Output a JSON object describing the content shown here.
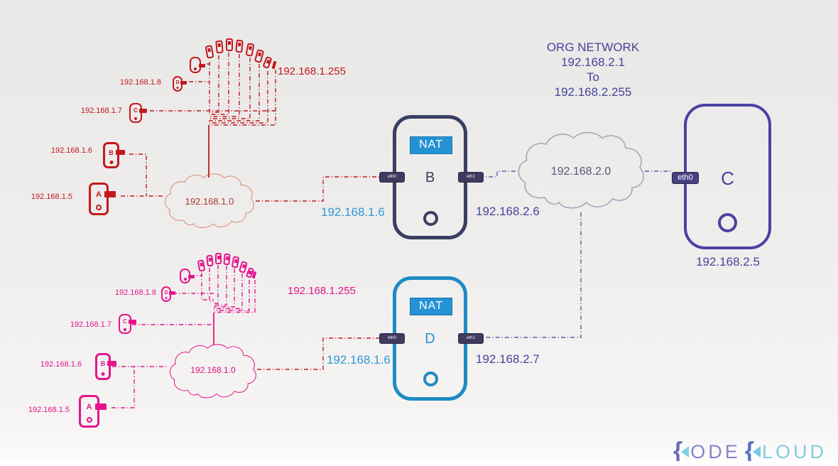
{
  "top_network": {
    "devices": [
      {
        "label": "A",
        "ip": "192.168.1.5"
      },
      {
        "label": "B",
        "ip": "192.168.1.6"
      },
      {
        "label": "C",
        "ip": "192.168.1.7"
      },
      {
        "label": "D",
        "ip": "192.168.1.8"
      }
    ],
    "cloud_label": "192.168.1.0",
    "broadcast": "192.168.1.255"
  },
  "bottom_network": {
    "devices": [
      {
        "label": "A",
        "ip": "192.168.1.5"
      },
      {
        "label": "B",
        "ip": "192.168.1.6"
      },
      {
        "label": "C",
        "ip": "192.168.1.7"
      },
      {
        "label": "D",
        "ip": "192.168.1.8"
      }
    ],
    "cloud_label": "192.168.1.0",
    "broadcast": "192.168.1.255"
  },
  "nat_b": {
    "badge": "NAT",
    "name": "B",
    "eth0": "eth0",
    "eth1": "eth1",
    "lan_ip": "192.168.1.6",
    "wan_ip": "192.168.2.6"
  },
  "nat_d": {
    "badge": "NAT",
    "name": "D",
    "eth0": "eth0",
    "eth1": "eth1",
    "lan_ip": "192.168.1.6",
    "wan_ip": "192.168.2.7"
  },
  "org_network": {
    "line1": "ORG NETWORK",
    "line2": "192.168.2.1",
    "line3": "To",
    "line4": "192.168.2.255"
  },
  "org_cloud_label": "192.168.2.0",
  "device_c": {
    "name": "C",
    "eth0": "eth0",
    "ip": "192.168.2.5"
  },
  "logo": {
    "brace": "{",
    "text1": "ODE",
    "text2": "LOUD"
  },
  "colors": {
    "red": "#c2191d",
    "salmon": "#d98a76",
    "pink": "#e5148c",
    "navy": "#3a3e62",
    "nat_blue": "#2592d4",
    "router_d_blue": "#1e8bc3",
    "light_blue": "#2e97d8",
    "purple_text": "#46449b",
    "purple_line": "#5a5aa8",
    "host_c_purple": "#4a42a0",
    "gray_cloud": "#a3a3ba"
  }
}
